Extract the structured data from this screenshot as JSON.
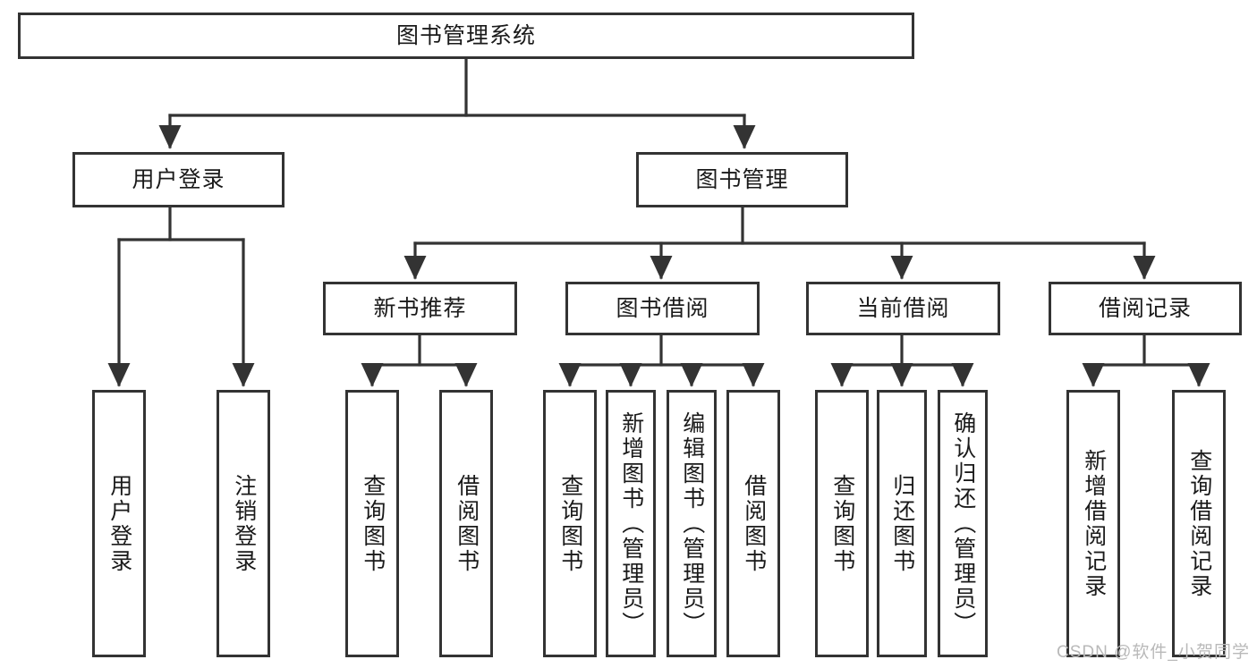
{
  "diagram": {
    "title": "图书管理系统",
    "type": "tree-hierarchy-diagram",
    "colors": {
      "box_border": "#333333",
      "box_fill": "#ffffff",
      "line": "#333333",
      "text": "#1a1a1a",
      "watermark": "#b9b9b9",
      "background": "#ffffff"
    },
    "watermark": "CSDN @软件_小贺同学",
    "levels": {
      "root": {
        "label": "图书管理系统"
      },
      "level2": [
        {
          "id": "user-login",
          "label": "用户登录"
        },
        {
          "id": "book-manage",
          "label": "图书管理"
        }
      ],
      "level3": [
        {
          "id": "new-book-recommend",
          "label": "新书推荐"
        },
        {
          "id": "book-borrow",
          "label": "图书借阅"
        },
        {
          "id": "current-borrow",
          "label": "当前借阅"
        },
        {
          "id": "borrow-record",
          "label": "借阅记录"
        }
      ],
      "leaves": {
        "user_login": [
          {
            "id": "leaf-user-login",
            "label": "用户登录"
          },
          {
            "id": "leaf-logout",
            "label": "注销登录"
          }
        ],
        "new_book_recommend": [
          {
            "id": "leaf-query-book-1",
            "label": "查询图书"
          },
          {
            "id": "leaf-borrow-book-1",
            "label": "借阅图书"
          }
        ],
        "book_borrow": [
          {
            "id": "leaf-query-book-2",
            "label": "查询图书"
          },
          {
            "id": "leaf-add-book",
            "label": "新增图书（管理员）"
          },
          {
            "id": "leaf-edit-book",
            "label": "编辑图书（管理员）"
          },
          {
            "id": "leaf-borrow-book-2",
            "label": "借阅图书"
          }
        ],
        "current_borrow": [
          {
            "id": "leaf-query-book-3",
            "label": "查询图书"
          },
          {
            "id": "leaf-return-book",
            "label": "归还图书"
          },
          {
            "id": "leaf-confirm-return",
            "label": "确认归还（管理员）"
          }
        ],
        "borrow_record": [
          {
            "id": "leaf-add-record",
            "label": "新增借阅记录"
          },
          {
            "id": "leaf-query-record",
            "label": "查询借阅记录"
          }
        ]
      }
    }
  }
}
